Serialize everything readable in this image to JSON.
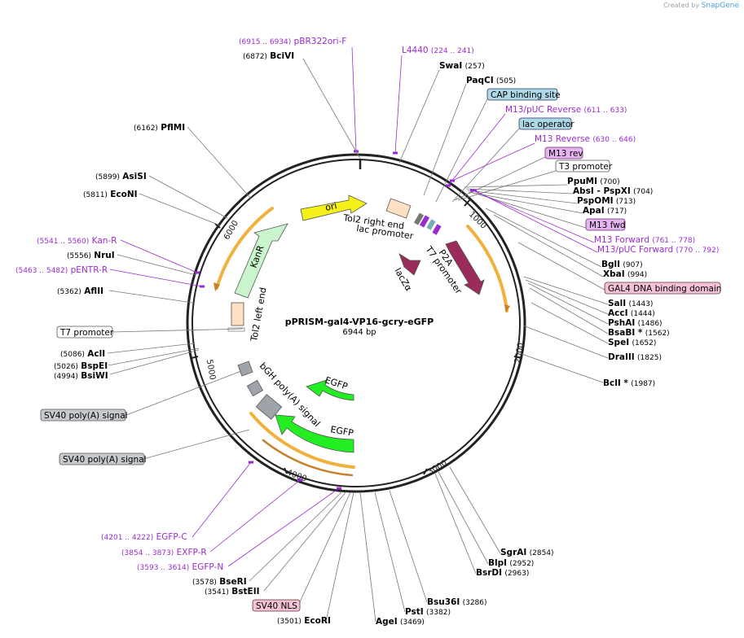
{
  "credit": {
    "prefix": "Created by",
    "brand": "SnapGene"
  },
  "plasmid": {
    "name": "pPRISM-gal4-VP16-gcry-eGFP",
    "length_label": "6944 bp"
  },
  "colors": {
    "enzyme": "#000000",
    "primer": "#9b2bd0",
    "leader": "#777777",
    "ring": "#222222",
    "ori": "#f5ef1a",
    "kanr": "#c9f5cc",
    "egfp": "#22ee22",
    "p2a": "#9b2b5b",
    "lacza": "#9b2b5b",
    "polya": "#9fa4ab",
    "orange_bar": "#f0b23c"
  },
  "ticks": [
    {
      "label": "1000",
      "bp": 1000
    },
    {
      "label": "2000",
      "bp": 2000
    },
    {
      "label": "3000",
      "bp": 3000
    },
    {
      "label": "4000",
      "bp": 4000
    },
    {
      "label": "5000",
      "bp": 5000
    },
    {
      "label": "6000",
      "bp": 6000
    }
  ],
  "labels": [
    {
      "name": "pbr322ori-f",
      "kind": "primer",
      "range": "(6915 .. 6934)",
      "text": "pBR322ori-F"
    },
    {
      "name": "bcivi",
      "kind": "enzyme",
      "pos": "(6872)",
      "text": "BciVI"
    },
    {
      "name": "l4440",
      "kind": "primer",
      "text": "L4440",
      "range": "(224 .. 241)"
    },
    {
      "name": "swai",
      "kind": "enzyme",
      "text": "SwaI",
      "pos": "(257)"
    },
    {
      "name": "paqci",
      "kind": "enzyme",
      "text": "PaqCI",
      "pos": "(505)"
    },
    {
      "name": "cap-binding-site",
      "kind": "feature",
      "text": "CAP binding site"
    },
    {
      "name": "m13-puc-reverse",
      "kind": "primer",
      "text": "M13/pUC Reverse",
      "range": "(611 .. 633)"
    },
    {
      "name": "lac-operator",
      "kind": "feature",
      "text": "lac operator"
    },
    {
      "name": "m13-reverse",
      "kind": "primer",
      "text": "M13 Reverse",
      "range": "(630 .. 646)"
    },
    {
      "name": "m13-rev",
      "kind": "feature",
      "text": "M13 rev"
    },
    {
      "name": "t3-promoter",
      "kind": "feature",
      "text": "T3 promoter"
    },
    {
      "name": "ppumi",
      "kind": "enzyme",
      "text": "PpuMI",
      "pos": "(700)"
    },
    {
      "name": "absi-pspxi",
      "kind": "enzyme",
      "text": "AbsI",
      "text2": "- PspXI",
      "pos": "(704)"
    },
    {
      "name": "pspomi",
      "kind": "enzyme",
      "text": "PspOMI",
      "pos": "(713)"
    },
    {
      "name": "apai",
      "kind": "enzyme",
      "text": "ApaI",
      "pos": "(717)"
    },
    {
      "name": "m13-fwd",
      "kind": "feature",
      "text": "M13 fwd"
    },
    {
      "name": "m13-forward",
      "kind": "primer",
      "text": "M13 Forward",
      "range": "(761 .. 778)"
    },
    {
      "name": "m13-puc-forward",
      "kind": "primer",
      "text": "M13/pUC Forward",
      "range": "(770 .. 792)"
    },
    {
      "name": "bgli",
      "kind": "enzyme",
      "text": "BglI",
      "pos": "(907)"
    },
    {
      "name": "xbai",
      "kind": "enzyme",
      "text": "XbaI",
      "pos": "(994)"
    },
    {
      "name": "gal4-dbd",
      "kind": "feature",
      "text": "GAL4 DNA binding domain"
    },
    {
      "name": "sali",
      "kind": "enzyme",
      "text": "SalI",
      "pos": "(1443)"
    },
    {
      "name": "acci",
      "kind": "enzyme",
      "text": "AccI",
      "pos": "(1444)"
    },
    {
      "name": "pshai",
      "kind": "enzyme",
      "text": "PshAI",
      "pos": "(1486)"
    },
    {
      "name": "bsabi",
      "kind": "enzyme",
      "text": "BsaBI *",
      "pos": "(1562)"
    },
    {
      "name": "spei",
      "kind": "enzyme",
      "text": "SpeI",
      "pos": "(1652)"
    },
    {
      "name": "draiii",
      "kind": "enzyme",
      "text": "DraIII",
      "pos": "(1825)"
    },
    {
      "name": "bcli",
      "kind": "enzyme",
      "text": "BclI *",
      "pos": "(1987)"
    },
    {
      "name": "sgrai",
      "kind": "enzyme",
      "text": "SgrAI",
      "pos": "(2854)"
    },
    {
      "name": "blpi",
      "kind": "enzyme",
      "text": "BlpI",
      "pos": "(2952)"
    },
    {
      "name": "bsrdi",
      "kind": "enzyme",
      "text": "BsrDI",
      "pos": "(2963)"
    },
    {
      "name": "bsu36i",
      "kind": "enzyme",
      "text": "Bsu36I",
      "pos": "(3286)"
    },
    {
      "name": "psti",
      "kind": "enzyme",
      "text": "PstI",
      "pos": "(3382)"
    },
    {
      "name": "agei",
      "kind": "enzyme",
      "text": "AgeI",
      "pos": "(3469)"
    },
    {
      "name": "ecori",
      "kind": "enzyme",
      "text": "EcoRI",
      "pos": "(3501)"
    },
    {
      "name": "sv40-nls",
      "kind": "feature",
      "text": "SV40 NLS"
    },
    {
      "name": "bsteii",
      "kind": "enzyme",
      "text": "BstEII",
      "pos": "(3541)"
    },
    {
      "name": "bseri",
      "kind": "enzyme",
      "text": "BseRI",
      "pos": "(3578)"
    },
    {
      "name": "egfp-n",
      "kind": "primer",
      "text": "EGFP-N",
      "range": "(3593 .. 3614)"
    },
    {
      "name": "exfp-r",
      "kind": "primer",
      "text": "EXFP-R",
      "range": "(3854 .. 3873)"
    },
    {
      "name": "egfp-c",
      "kind": "primer",
      "text": "EGFP-C",
      "range": "(4201 .. 4222)"
    },
    {
      "name": "sv40-polya-2",
      "kind": "feature",
      "text": "SV40 poly(A) signal"
    },
    {
      "name": "sv40-polya-1",
      "kind": "feature",
      "text": "SV40 poly(A) signal"
    },
    {
      "name": "bsiwi",
      "kind": "enzyme",
      "text": "BsiWI",
      "pos": "(4994)"
    },
    {
      "name": "bspei",
      "kind": "enzyme",
      "text": "BspEI",
      "pos": "(5026)"
    },
    {
      "name": "acli",
      "kind": "enzyme",
      "text": "AclI",
      "pos": "(5086)"
    },
    {
      "name": "t7-promoter-left",
      "kind": "feature",
      "text": "T7 promoter"
    },
    {
      "name": "aflii",
      "kind": "enzyme",
      "text": "AflII",
      "pos": "(5362)"
    },
    {
      "name": "pentr-r",
      "kind": "primer",
      "text": "pENTR-R",
      "range": "(5463 .. 5482)"
    },
    {
      "name": "nrui",
      "kind": "enzyme",
      "text": "NruI",
      "pos": "(5556)"
    },
    {
      "name": "kan-r",
      "kind": "primer",
      "text": "Kan-R",
      "range": "(5541 .. 5560)"
    },
    {
      "name": "econi",
      "kind": "enzyme",
      "text": "EcoNI",
      "pos": "(5811)"
    },
    {
      "name": "asisi",
      "kind": "enzyme",
      "text": "AsiSI",
      "pos": "(5899)"
    },
    {
      "name": "pfimi",
      "kind": "enzyme",
      "text": "PflMI",
      "pos": "(6162)"
    }
  ],
  "inner": {
    "ori": "ori",
    "kanr": "KanR",
    "tol2_right": "Tol2 right end",
    "lac_promoter": "lac promoter",
    "t7_promoter": "T7 promoter",
    "p2a": "P2A",
    "lacza": "lacZα",
    "tol2_left": "Tol2 left end",
    "bgh": "bGH poly(A) signal",
    "egfp_1": "EGFP",
    "egfp_2": "EGFP"
  }
}
